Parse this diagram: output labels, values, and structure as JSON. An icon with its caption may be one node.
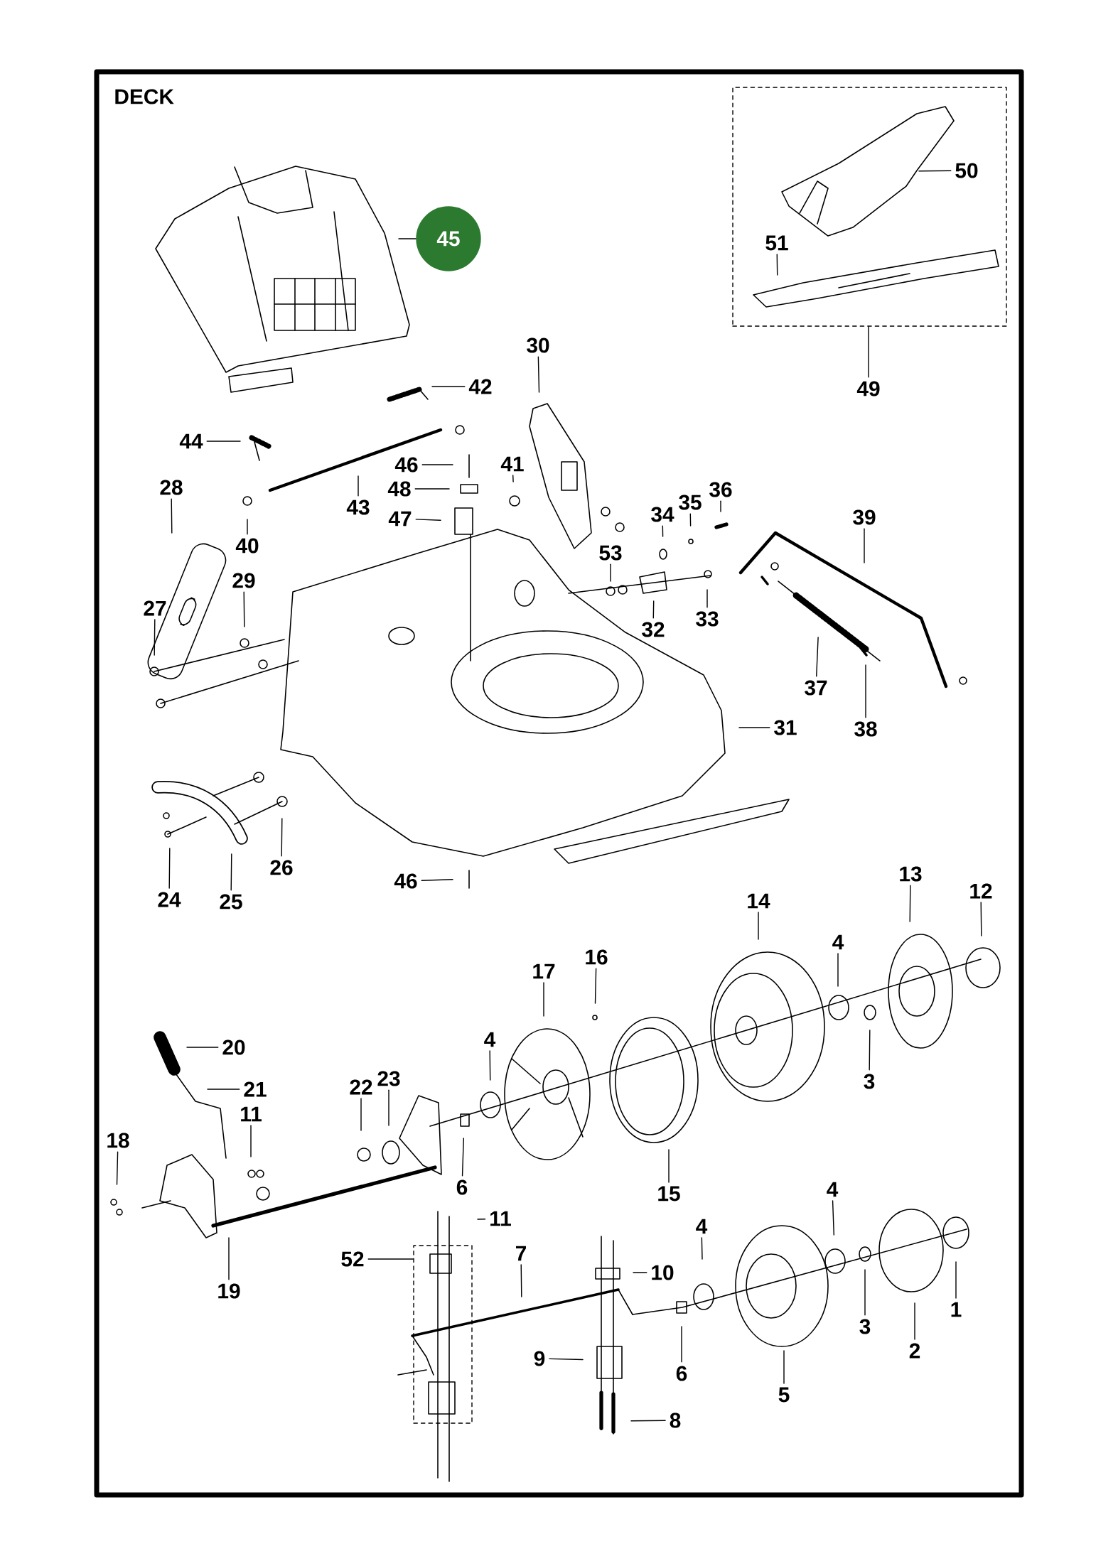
{
  "diagram": {
    "title": "DECK",
    "nodes": [
      {
        "text": [
          "45"
        ]
      },
      {
        "text": [],
        "shape": "box"
      },
      {
        "text": [
          "50"
        ],
        "in": 1
      },
      {
        "text": [
          "51"
        ],
        "in": 1
      },
      {
        "text": [
          "49"
        ]
      },
      {
        "text": [
          "30"
        ]
      },
      {
        "text": [
          "42"
        ]
      },
      {
        "text": [
          "44"
        ]
      },
      {
        "text": [
          "46"
        ]
      },
      {
        "text": [
          "41"
        ]
      },
      {
        "text": [
          "48"
        ]
      },
      {
        "text": [
          "28"
        ]
      },
      {
        "text": [
          "36"
        ]
      },
      {
        "text": [
          "35"
        ]
      },
      {
        "text": [
          "43"
        ]
      },
      {
        "text": [
          "34"
        ]
      },
      {
        "text": [
          "39"
        ]
      },
      {
        "text": [
          "47"
        ]
      },
      {
        "text": [
          "40"
        ]
      },
      {
        "text": [
          "53"
        ]
      },
      {
        "text": [
          "29"
        ]
      },
      {
        "text": [
          "27"
        ]
      },
      {
        "text": [
          "33"
        ]
      },
      {
        "text": [
          "32"
        ]
      },
      {
        "text": [
          "37"
        ]
      },
      {
        "text": [
          "31"
        ]
      },
      {
        "text": [
          "38"
        ]
      },
      {
        "text": [
          "26"
        ]
      },
      {
        "text": [
          "46"
        ]
      },
      {
        "text": [
          "24"
        ]
      },
      {
        "text": [
          "25"
        ]
      },
      {
        "text": [
          "13"
        ]
      },
      {
        "text": [
          "12"
        ]
      },
      {
        "text": [
          "14"
        ]
      },
      {
        "text": [
          "4"
        ]
      },
      {
        "text": [
          "16"
        ]
      },
      {
        "text": [
          "17"
        ]
      },
      {
        "text": [
          "4"
        ]
      },
      {
        "text": [
          "20"
        ]
      },
      {
        "text": [
          "23"
        ]
      },
      {
        "text": [
          "3"
        ]
      },
      {
        "text": [
          "22"
        ]
      },
      {
        "text": [
          "21"
        ]
      },
      {
        "text": [
          "11"
        ]
      },
      {
        "text": [
          "18"
        ]
      },
      {
        "text": [
          "6"
        ]
      },
      {
        "text": [
          "4"
        ]
      },
      {
        "text": [
          "15"
        ]
      },
      {
        "text": [
          "11"
        ]
      },
      {
        "text": [
          "4"
        ]
      },
      {
        "text": [],
        "shape": "box"
      },
      {
        "text": [
          "7"
        ]
      },
      {
        "text": [
          "52"
        ]
      },
      {
        "text": [
          "10"
        ]
      },
      {
        "text": [
          "19"
        ]
      },
      {
        "text": [
          "1"
        ]
      },
      {
        "text": [
          "3"
        ]
      },
      {
        "text": [
          "2"
        ]
      },
      {
        "text": [
          "9"
        ]
      },
      {
        "text": [
          "6"
        ]
      },
      {
        "text": [
          "5"
        ]
      },
      {
        "text": [
          "8"
        ]
      }
    ],
    "edges": [
      {
        "from": 0,
        "to": null,
        "arrow": "none"
      },
      {
        "from": 2,
        "to": null,
        "arrow": "none"
      },
      {
        "from": 3,
        "to": null,
        "arrow": "none"
      },
      {
        "from": 4,
        "to": 1,
        "arrow": "none"
      },
      {
        "from": 5,
        "to": null,
        "arrow": "none"
      },
      {
        "from": 6,
        "to": null,
        "arrow": "none"
      },
      {
        "from": 7,
        "to": null,
        "arrow": "none"
      },
      {
        "from": 8,
        "to": null,
        "arrow": "none"
      },
      {
        "from": 9,
        "to": null,
        "arrow": "none"
      },
      {
        "from": 10,
        "to": null,
        "arrow": "none"
      },
      {
        "from": 11,
        "to": null,
        "arrow": "none"
      },
      {
        "from": 12,
        "to": null,
        "arrow": "none"
      },
      {
        "from": 13,
        "to": null,
        "arrow": "none"
      },
      {
        "from": 14,
        "to": null,
        "arrow": "none"
      },
      {
        "from": 15,
        "to": null,
        "arrow": "none"
      },
      {
        "from": 16,
        "to": null,
        "arrow": "none"
      },
      {
        "from": 17,
        "to": null,
        "arrow": "none"
      },
      {
        "from": 18,
        "to": null,
        "arrow": "none"
      },
      {
        "from": 19,
        "to": null,
        "arrow": "none"
      },
      {
        "from": 20,
        "to": null,
        "arrow": "none"
      },
      {
        "from": 21,
        "to": null,
        "arrow": "none"
      },
      {
        "from": 22,
        "to": null,
        "arrow": "none"
      },
      {
        "from": 23,
        "to": null,
        "arrow": "none"
      },
      {
        "from": 24,
        "to": null,
        "arrow": "none"
      },
      {
        "from": 25,
        "to": null,
        "arrow": "none"
      },
      {
        "from": 26,
        "to": null,
        "arrow": "none"
      },
      {
        "from": 27,
        "to": null,
        "arrow": "none"
      },
      {
        "from": 28,
        "to": null,
        "arrow": "none"
      },
      {
        "from": 29,
        "to": null,
        "arrow": "none"
      },
      {
        "from": 30,
        "to": null,
        "arrow": "none"
      },
      {
        "from": 31,
        "to": null,
        "arrow": "none"
      },
      {
        "from": 32,
        "to": null,
        "arrow": "none"
      },
      {
        "from": 33,
        "to": null,
        "arrow": "none"
      },
      {
        "from": 34,
        "to": null,
        "arrow": "none"
      },
      {
        "from": 35,
        "to": null,
        "arrow": "none"
      },
      {
        "from": 36,
        "to": null,
        "arrow": "none"
      },
      {
        "from": 37,
        "to": null,
        "arrow": "none"
      },
      {
        "from": 38,
        "to": null,
        "arrow": "none"
      },
      {
        "from": 39,
        "to": null,
        "arrow": "none"
      },
      {
        "from": 40,
        "to": null,
        "arrow": "none"
      },
      {
        "from": 41,
        "to": null,
        "arrow": "none"
      },
      {
        "from": 42,
        "to": null,
        "arrow": "none"
      },
      {
        "from": 43,
        "to": null,
        "arrow": "none"
      },
      {
        "from": 44,
        "to": null,
        "arrow": "none"
      },
      {
        "from": 45,
        "to": null,
        "arrow": "none"
      },
      {
        "from": 46,
        "to": null,
        "arrow": "none"
      },
      {
        "from": 47,
        "to": null,
        "arrow": "none"
      },
      {
        "from": 48,
        "to": null,
        "arrow": "none"
      },
      {
        "from": 49,
        "to": null,
        "arrow": "none"
      },
      {
        "from": 51,
        "to": null,
        "arrow": "none"
      },
      {
        "from": 52,
        "to": 50,
        "arrow": "none"
      },
      {
        "from": 53,
        "to": null,
        "arrow": "none"
      },
      {
        "from": 54,
        "to": null,
        "arrow": "none"
      },
      {
        "from": 55,
        "to": null,
        "arrow": "none"
      },
      {
        "from": 56,
        "to": null,
        "arrow": "none"
      },
      {
        "from": 57,
        "to": null,
        "arrow": "none"
      },
      {
        "from": 58,
        "to": null,
        "arrow": "none"
      },
      {
        "from": 59,
        "to": null,
        "arrow": "none"
      },
      {
        "from": 60,
        "to": null,
        "arrow": "none"
      },
      {
        "from": 61,
        "to": null,
        "arrow": "none"
      }
    ]
  }
}
